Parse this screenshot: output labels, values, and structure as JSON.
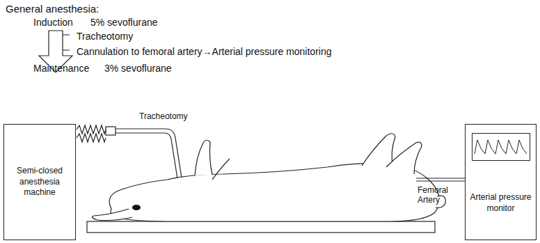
{
  "diagram": {
    "nodes": [
      {
        "text": [
          "Semi-closed anesthesia machine"
        ]
      },
      {
        "text": [
          "Arterial pressure monitor"
        ]
      }
    ],
    "labels": [
      "General anesthesia:",
      "Induction",
      "5% sevoflurane",
      "Tracheotomy",
      "Cannulation to femoral artery→Arterial pressure monitoring",
      "Maintenance",
      "3% sevoflurane",
      "Tracheotomy",
      "Femoral Artery"
    ]
  }
}
